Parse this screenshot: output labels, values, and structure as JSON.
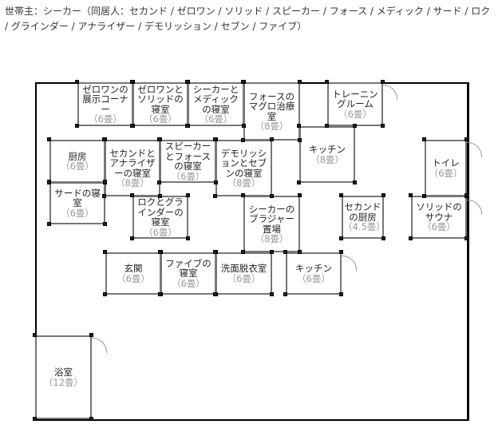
{
  "header": "世帯主：シーカー（同居人：セカンド / ゼロワン / ソリッド / スピーカー / フォース / メディック / サード / ロク / グラインダー / アナライザー / デモリッション / セブン / ファイブ）",
  "rooms": [
    {
      "name": "ゼロワンの展示コーナー",
      "area": "（6畳）"
    },
    {
      "name": "ゼロワンとソリッドの寝室",
      "area": "（6畳）"
    },
    {
      "name": "シーカーとメディックの寝室",
      "area": "（6畳）"
    },
    {
      "name": "フォースのマグロ治療室",
      "area": "（8畳）"
    },
    {
      "name": "トレーニングルーム",
      "area": "（6畳）"
    },
    {
      "name": "キッチン",
      "area": "（8畳）"
    },
    {
      "name": "トイレ",
      "area": "（6畳）"
    },
    {
      "name": "厨房",
      "area": "（6畳）"
    },
    {
      "name": "セカンドとアナライザーの寝室",
      "area": "（8畳）"
    },
    {
      "name": "スピーカーとフォースの寝室",
      "area": "（6畳）"
    },
    {
      "name": "デモリッションとセブンの寝室",
      "area": "（8畳）"
    },
    {
      "name": "サードの寝室",
      "area": "（6畳）"
    },
    {
      "name": "ロクとグラインダーの寝室",
      "area": "（6畳）"
    },
    {
      "name": "シーカーのブラジャー置場",
      "area": "（8畳）"
    },
    {
      "name": "セカンドの厨房",
      "area": "（4.5畳）"
    },
    {
      "name": "ソリッドのサウナ",
      "area": "（6畳）"
    },
    {
      "name": "玄関",
      "area": "（6畳）"
    },
    {
      "name": "ファイブの寝室",
      "area": "（6畳）"
    },
    {
      "name": "洗面脱衣室",
      "area": "（6畳）"
    },
    {
      "name": "キッチン",
      "area": "（6畳）"
    },
    {
      "name": "浴室",
      "area": "（12畳）"
    }
  ]
}
